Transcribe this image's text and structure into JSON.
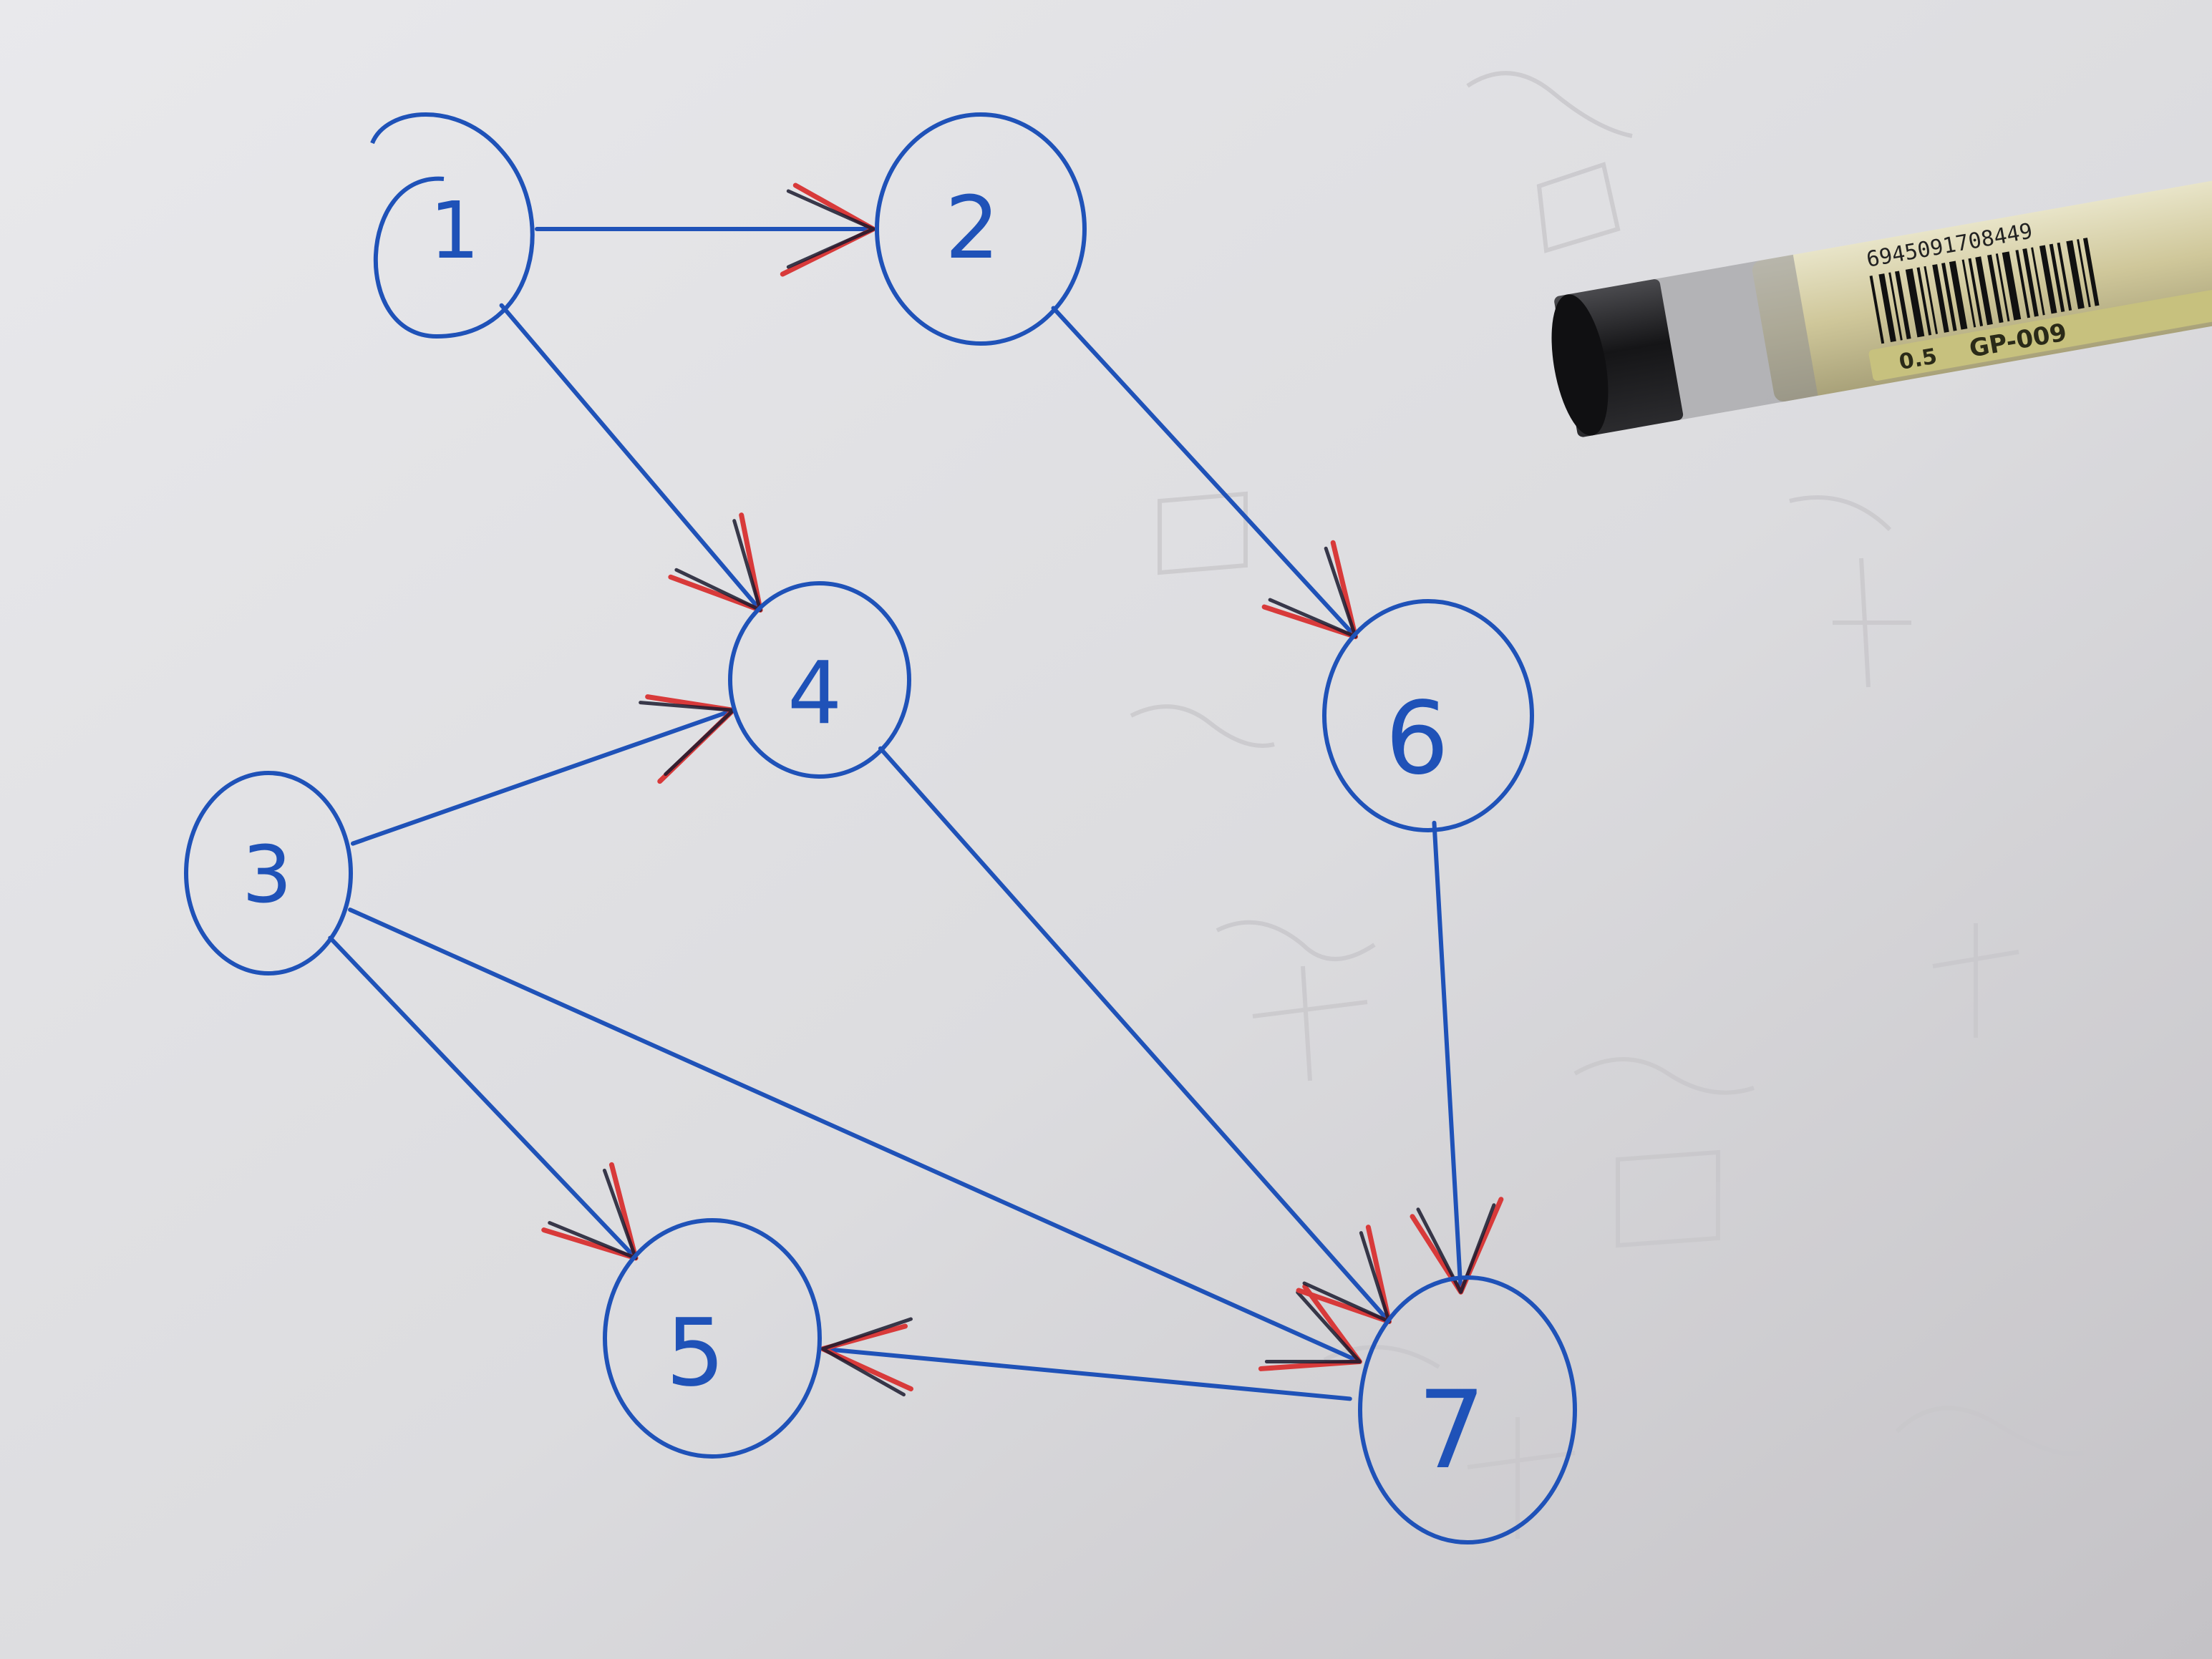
{
  "colors": {
    "paper_light": "#e4e4e6",
    "paper_dark": "#b9b7bc",
    "ink_blue": "#1f52b8",
    "ink_red": "#d83a3a",
    "ink_dark": "#1a1a2e",
    "pen_body": "#d8d2a8",
    "pen_cap": "#1c1c1e",
    "pen_label": "#c9c28a"
  },
  "pen": {
    "barcode_number": "6945091708449",
    "model": "GP-009",
    "size": "0.5"
  },
  "nodes": [
    {
      "id": "n1",
      "label": "1"
    },
    {
      "id": "n2",
      "label": "2"
    },
    {
      "id": "n3",
      "label": "3"
    },
    {
      "id": "n4",
      "label": "4"
    },
    {
      "id": "n5",
      "label": "5"
    },
    {
      "id": "n6",
      "label": "6"
    },
    {
      "id": "n7",
      "label": "7"
    }
  ],
  "edges": [
    {
      "from": "n1",
      "to": "n2"
    },
    {
      "from": "n1",
      "to": "n4"
    },
    {
      "from": "n2",
      "to": "n6"
    },
    {
      "from": "n3",
      "to": "n4"
    },
    {
      "from": "n3",
      "to": "n5"
    },
    {
      "from": "n3",
      "to": "n7"
    },
    {
      "from": "n4",
      "to": "n7"
    },
    {
      "from": "n6",
      "to": "n7"
    },
    {
      "from": "n7",
      "to": "n5"
    }
  ]
}
